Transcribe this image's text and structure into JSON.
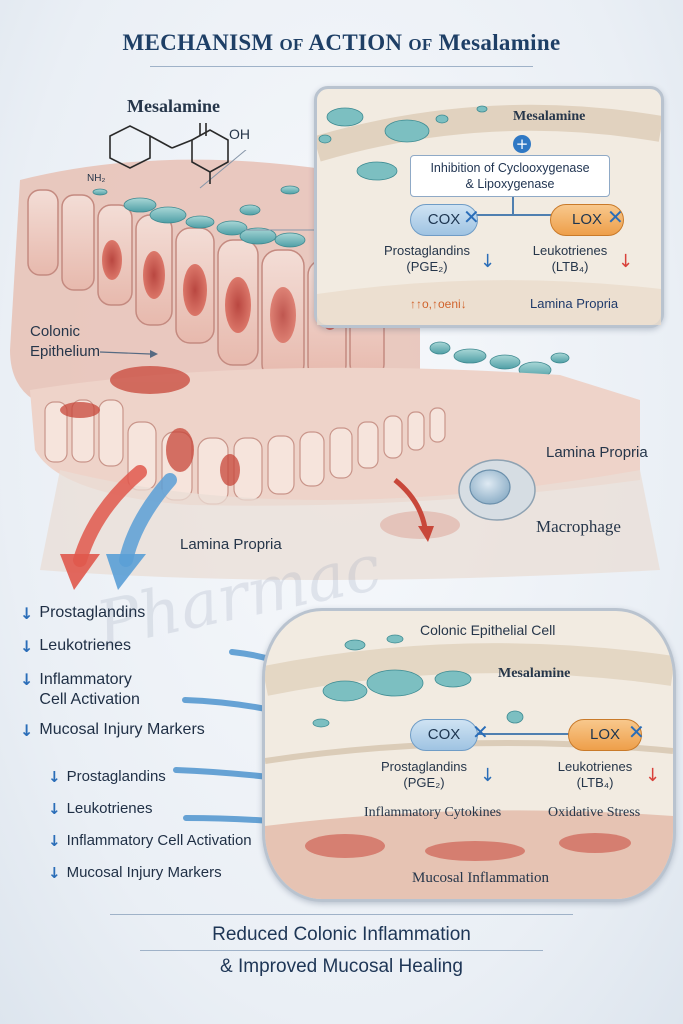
{
  "title": {
    "main": "MECHANISM",
    "of1": "OF",
    "action": "ACTION",
    "of2": "OF",
    "drug": "Mesalamine"
  },
  "molecule": {
    "name": "Mesalamine",
    "nh2": "NH₂",
    "oh": "OH"
  },
  "tissue_labels": {
    "colonic_epithelium": [
      "Colonic",
      "Epithelium"
    ],
    "lamina_propria_right": "Lamina Propria",
    "macrophage": "Macrophage",
    "lamina_propria_bottom": "Lamina Propria"
  },
  "inset_top": {
    "mesalamine": "Mesalamine",
    "inhibition": [
      "Inhibition of Cyclooxygenase",
      "& Lipoxygenase"
    ],
    "cox": "COX",
    "lox": "LOX",
    "prostaglandins": "Prostaglandins",
    "pge2": "(PGE₂)",
    "leukotrienes": "Leukotrienes",
    "ltb4": "(LTB₄)",
    "scribble": "↑↑o,↑oeni↓",
    "lamina_propria": "Lamina Propria"
  },
  "inset_bottom": {
    "epithelial_cell": "Colonic Epithelial Cell",
    "mesalamine": "Mesalamine",
    "cox": "COX",
    "lox": "LOX",
    "prostaglandins": "Prostaglandins",
    "pge2": "(PGE₂)",
    "leukotrienes": "Leukotrienes",
    "ltb4": "(LTB₄)",
    "cytokines": "Inflammatory Cytokines",
    "oxidative": "Oxidative Stress",
    "mucosal_inflammation": "Mucosal Inflammation"
  },
  "effects_a": [
    {
      "arrow": "↓",
      "label": "Prostaglandins"
    },
    {
      "arrow": "↓",
      "label": "Leukotrienes"
    },
    {
      "arrow": "↓",
      "label": "Inflammatory",
      "label2": "Cell Activation"
    },
    {
      "arrow": "↓",
      "label": "Mucosal Injury Markers"
    }
  ],
  "effects_b": [
    {
      "arrow": "↓",
      "label": "Prostaglandins"
    },
    {
      "arrow": "↓",
      "label": "Leukotrienes"
    },
    {
      "arrow": "↓",
      "label": "Inflammatory Cell Activation"
    },
    {
      "arrow": "↓",
      "label": "Mucosal Injury Markers"
    }
  ],
  "conclusion": [
    "Reduced Colonic Inflammation",
    "& Improved Mucosal Healing"
  ],
  "watermark": "Pharmac",
  "colors": {
    "title": "#1e3f66",
    "cox": "#9fc3e2",
    "lox": "#ee9f4a",
    "inhibit_blue": "#2a6db8",
    "decrease_red": "#d9413a",
    "tissue_red": "#c8473a",
    "drug_teal": "#6fb3b8"
  }
}
